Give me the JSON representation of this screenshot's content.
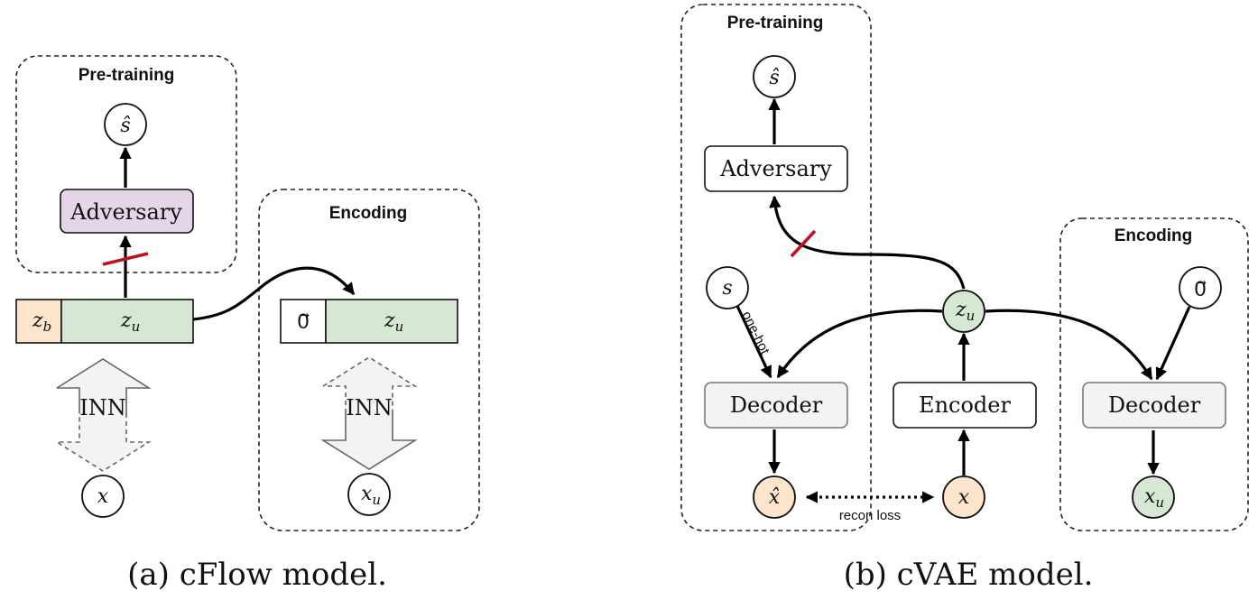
{
  "left": {
    "pretraining_title": "Pre-training",
    "encoding_title": "Encoding",
    "adversary_label": "Adversary",
    "s_hat": "ŝ",
    "z_b": "z",
    "z_b_sub": "b",
    "z_u": "z",
    "z_u_sub": "u",
    "zero_vec": "0⃗",
    "inn_label": "INN",
    "inn2_label": "INN",
    "x": "x",
    "x_u": "x",
    "x_u_sub": "u",
    "caption": "(a) cFlow model."
  },
  "right": {
    "pretraining_title": "Pre-training",
    "encoding_title": "Encoding",
    "adversary_label": "Adversary",
    "s_hat": "ŝ",
    "s": "s",
    "one_hot": "one-hot",
    "z_u": "z",
    "z_u_sub": "u",
    "zero_vec": "0⃗",
    "decoder_label": "Decoder",
    "encoder_label": "Encoder",
    "decoder2_label": "Decoder",
    "x_hat": "x̂",
    "x": "x",
    "x_u": "x",
    "x_u_sub": "u",
    "recon_loss": "recon loss",
    "caption": "(b) cVAE model."
  },
  "colors": {
    "adversary_fill": "#e4d6e8",
    "z_b_fill": "#fde4cc",
    "z_u_fill": "#d6e8d4",
    "decoder_fill": "#f3f3f3",
    "x_fill": "#fde4cc",
    "z_node_fill": "#d6e8d4",
    "cut_mark": "#c0101a"
  }
}
